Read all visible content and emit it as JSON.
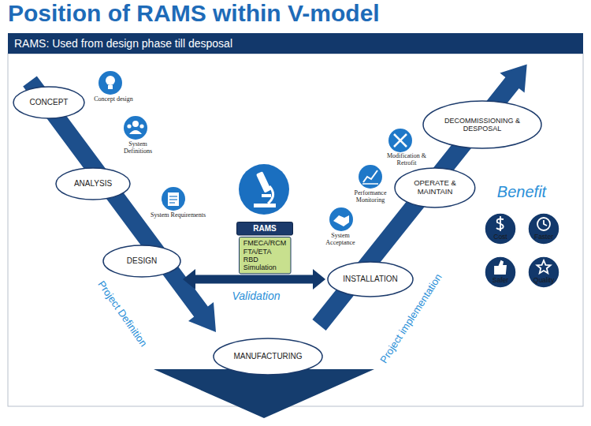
{
  "diagram": {
    "title": "Position of RAMS within V-model",
    "nodes": [
      {
        "text": [
          "RAMS: Used from design phase till desposal"
        ]
      },
      {
        "text": [
          "CONCEPT"
        ]
      },
      {
        "text": [
          "ANALYSIS"
        ]
      },
      {
        "text": [
          "DESIGN"
        ]
      },
      {
        "text": [
          "RAMS"
        ]
      },
      {
        "text": [
          "FMECA/RCM FTA/ETA RBD Simulation"
        ]
      },
      {
        "text": [
          "MANUFACTURING"
        ]
      },
      {
        "text": [
          "INSTALLATION"
        ]
      },
      {
        "text": [
          "OPERATE & MAINTAIN"
        ]
      },
      {
        "text": [
          "DECOMMISSIONING & DESPOSAL"
        ]
      },
      {
        "text": [
          "Cost"
        ]
      },
      {
        "text": [
          "Faster"
        ]
      },
      {
        "text": [
          "Safer"
        ]
      },
      {
        "text": [
          "Quality"
        ]
      }
    ],
    "edges": [
      {
        "from": 3,
        "to": 7,
        "arrow": "both"
      }
    ],
    "labels": [
      "Concept design",
      "System Definitions",
      "System Requirements",
      "Project Definition",
      "Validation",
      "System Acceptance",
      "Performance Monitoring",
      "Modification & Retrofit",
      "Project implementation",
      "Benefit"
    ]
  }
}
